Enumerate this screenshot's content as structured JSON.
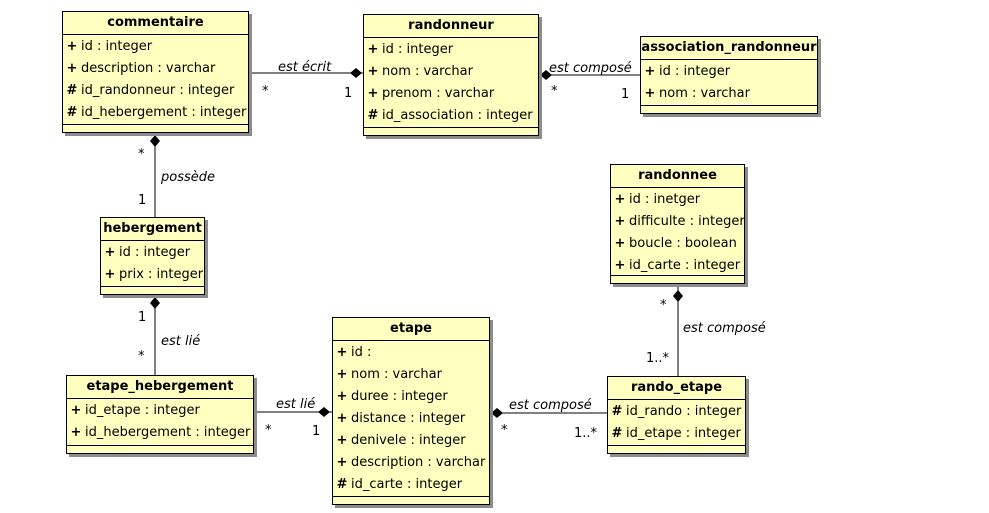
{
  "classes": [
    {
      "id": "commentaire",
      "name": "commentaire",
      "attrs": [
        {
          "vis": "+",
          "text": "id : integer"
        },
        {
          "vis": "+",
          "text": "description : varchar"
        },
        {
          "vis": "#",
          "text": "id_randonneur : integer"
        },
        {
          "vis": "#",
          "text": "id_hebergement : integer"
        }
      ]
    },
    {
      "id": "randonneur",
      "name": "randonneur",
      "attrs": [
        {
          "vis": "+",
          "text": "id : integer"
        },
        {
          "vis": "+",
          "text": "nom : varchar"
        },
        {
          "vis": "+",
          "text": "prenom : varchar"
        },
        {
          "vis": "#",
          "text": "id_association : integer"
        }
      ]
    },
    {
      "id": "association_randonneur",
      "name": "association_randonneur",
      "attrs": [
        {
          "vis": "+",
          "text": "id : integer"
        },
        {
          "vis": "+",
          "text": "nom : varchar"
        }
      ]
    },
    {
      "id": "randonnee",
      "name": "randonnee",
      "attrs": [
        {
          "vis": "+",
          "text": "id : inetger"
        },
        {
          "vis": "+",
          "text": "difficulte : integer"
        },
        {
          "vis": "+",
          "text": "boucle : boolean"
        },
        {
          "vis": "+",
          "text": "id_carte : integer"
        }
      ]
    },
    {
      "id": "hebergement",
      "name": "hebergement",
      "attrs": [
        {
          "vis": "+",
          "text": "id : integer"
        },
        {
          "vis": "+",
          "text": "prix : integer"
        }
      ]
    },
    {
      "id": "etape",
      "name": "etape",
      "attrs": [
        {
          "vis": "+",
          "text": "id :"
        },
        {
          "vis": "+",
          "text": "nom : varchar"
        },
        {
          "vis": "+",
          "text": "duree : integer"
        },
        {
          "vis": "+",
          "text": "distance : integer"
        },
        {
          "vis": "+",
          "text": "denivele : integer"
        },
        {
          "vis": "+",
          "text": "description : varchar"
        },
        {
          "vis": "#",
          "text": "id_carte : integer"
        }
      ]
    },
    {
      "id": "etape_hebergement",
      "name": "etape_hebergement",
      "attrs": [
        {
          "vis": "+",
          "text": "id_etape : integer"
        },
        {
          "vis": "+",
          "text": "id_hebergement : integer"
        }
      ]
    },
    {
      "id": "rando_etape",
      "name": "rando_etape",
      "attrs": [
        {
          "vis": "#",
          "text": "id_rando : integer"
        },
        {
          "vis": "#",
          "text": "id_etape : integer"
        }
      ]
    }
  ],
  "associations": [
    {
      "id": "commentaire-randonneur",
      "from": "commentaire",
      "to": "randonneur",
      "label": "est écrit",
      "mult_from": "*",
      "mult_to": "1",
      "diamond": "to"
    },
    {
      "id": "randonneur-association",
      "from": "randonneur",
      "to": "association_randonneur",
      "label": "est composé",
      "mult_from": "*",
      "mult_to": "1",
      "diamond": "from"
    },
    {
      "id": "commentaire-hebergement",
      "from": "commentaire",
      "to": "hebergement",
      "label": "possède",
      "mult_from": "*",
      "mult_to": "1",
      "diamond": "from"
    },
    {
      "id": "hebergement-etape_hebergement",
      "from": "hebergement",
      "to": "etape_hebergement",
      "label": "est lié",
      "mult_from": "1",
      "mult_to": "*",
      "diamond": "from"
    },
    {
      "id": "etape_hebergement-etape",
      "from": "etape_hebergement",
      "to": "etape",
      "label": "est lié",
      "mult_from": "*",
      "mult_to": "1",
      "diamond": "to"
    },
    {
      "id": "etape-rando_etape",
      "from": "etape",
      "to": "rando_etape",
      "label": "est composé",
      "mult_from": "*",
      "mult_to": "1..*",
      "diamond": "from"
    },
    {
      "id": "randonnee-rando_etape",
      "from": "randonnee",
      "to": "rando_etape",
      "label": "est composé",
      "mult_from": "*",
      "mult_to": "1..*",
      "diamond": "from"
    }
  ]
}
